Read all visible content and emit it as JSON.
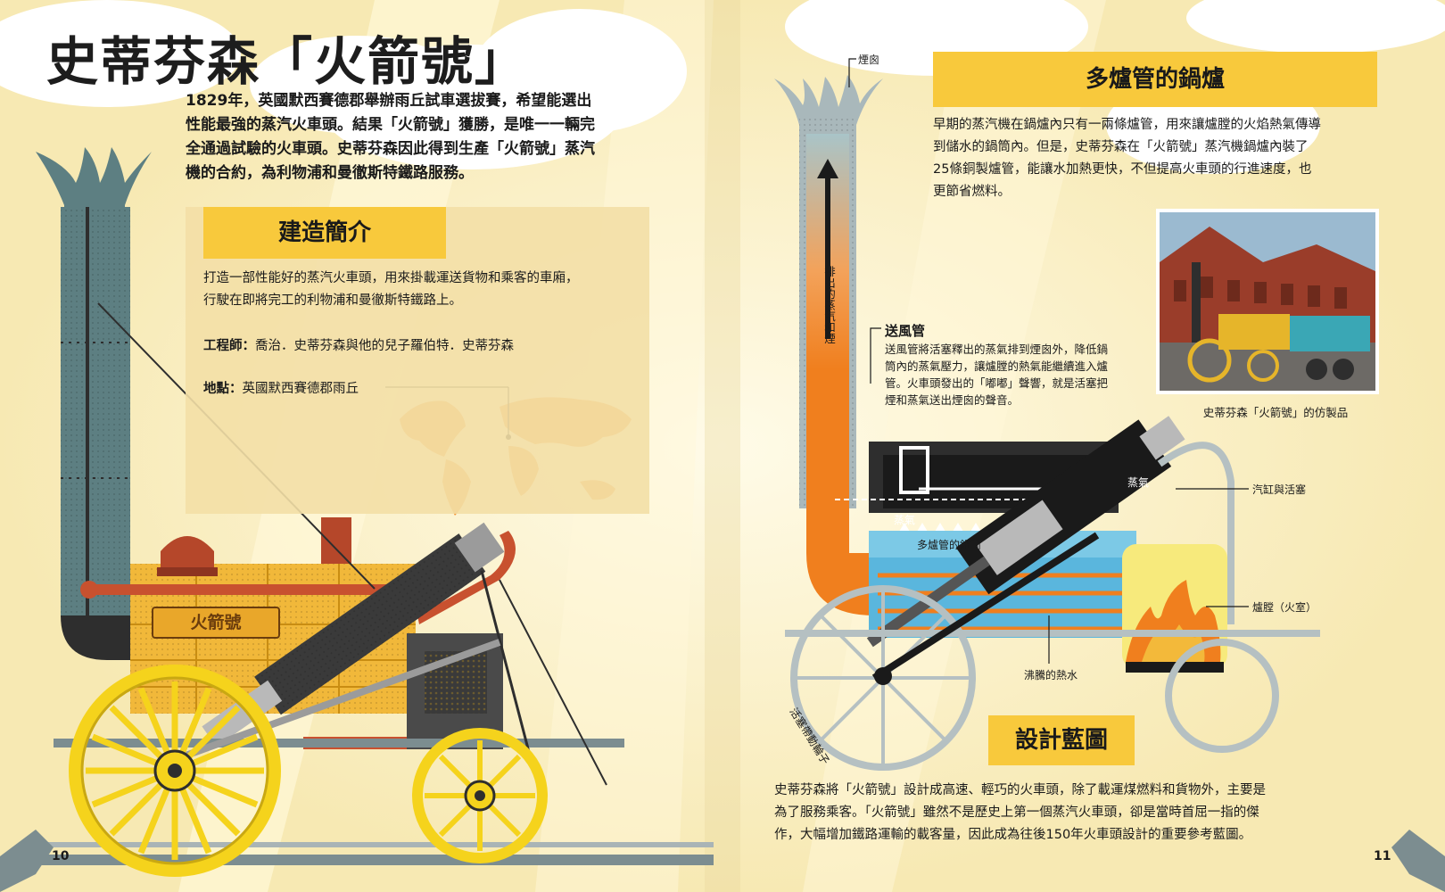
{
  "title": "史蒂芬森「火箭號」",
  "intro": [
    "1829年，英國默西賽德郡舉辦雨丘試車選拔賽，希望能選出",
    "性能最強的蒸汽火車頭。結果「火箭號」獲勝，是唯一一輛完",
    "全通過試驗的火車頭。史蒂芬森因此得到生產「火箭號」蒸汽",
    "機的合約，為利物浦和曼徹斯特鐵路服務。"
  ],
  "build": {
    "heading": "建造簡介",
    "desc": [
      "打造一部性能好的蒸汽火車頭，用來掛載運送貨物和乘客的車廂，",
      "行駛在即將完工的利物浦和曼徹斯特鐵路上。"
    ],
    "engineer_label": "工程師：",
    "engineer": "喬治．史蒂芬森與他的兒子羅伯特．史蒂芬森",
    "location_label": "地點：",
    "location": "英國默西賽德郡雨丘"
  },
  "nameplate": "火箭號",
  "boiler": {
    "heading": "多爐管的鍋爐",
    "text": [
      "早期的蒸汽機在鍋爐內只有一兩條爐管，用來讓爐膛的火焰熱氣傳導",
      "到儲水的鍋筒內。但是，史蒂芬森在「火箭號」蒸汽機鍋爐內裝了",
      "25條銅製爐管，能讓水加熱更快，不但提高火車頭的行進速度，也",
      "更節省燃料。"
    ]
  },
  "photo_caption": "史蒂芬森「火箭號」的仿製品",
  "diagram": {
    "chimney": "煙囪",
    "exhaust": "排出的蒸汽和煙",
    "blastpipe_title": "送風管",
    "blastpipe_text": [
      "送風管將活塞釋出的蒸氣排到煙囪外，降低鍋",
      "筒內的蒸氣壓力，讓爐膛的熱氣能繼續進入爐",
      "管。火車頭發出的「嘟嘟」聲響，就是活塞把",
      "煙和蒸氣送出煙囪的聲音。"
    ],
    "cylinder": "汽缸與活塞",
    "steam1": "蒸氣",
    "steam2": "蒸氣",
    "boiler_drum": "多爐管的鍋筒",
    "firebox": "爐膛（火室）",
    "water": "沸騰的熱水",
    "piston_wheel": "活塞帶動輪子"
  },
  "design": {
    "heading": "設計藍圖",
    "text": [
      "史蒂芬森將「火箭號」設計成高速、輕巧的火車頭，除了載運煤燃料和貨物外，主要是",
      "為了服務乘客。「火箭號」雖然不是歷史上第一個蒸汽火車頭，卻是當時首屈一指的傑",
      "作，大幅增加鐵路運輸的載客量，因此成為往後150年火車頭設計的重要參考藍圖。"
    ]
  },
  "page_left": "10",
  "page_right": "11",
  "colors": {
    "background": "#fbf3cf",
    "yellow": "#f8c93c",
    "orange": "#f07f1e",
    "teal": "#5d7f82",
    "dark": "#2e2e2e"
  }
}
